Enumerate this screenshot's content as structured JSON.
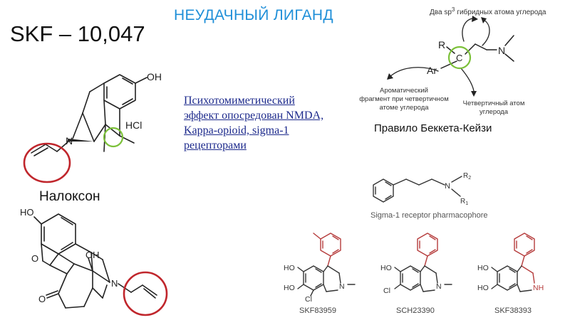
{
  "slide_title": "НЕУДАЧНЫЙ ЛИГАНД",
  "skf_title": "SKF – 10,047",
  "psychotomimetic_text": "Психотомиметический эффект опосредован NMDA, Kappa-opioid, sigma-1 рецепторами",
  "skf_molecule": {
    "hcl": "HCl",
    "oh": "OH",
    "n": "N"
  },
  "naloxone": {
    "label": "Налоксон",
    "ho": "HO",
    "oh": "OH",
    "o_ring": "O",
    "o_ketone": "O",
    "n": "N"
  },
  "beckett_kasey": {
    "title": "Правило Беккета-Кейзи",
    "two_sp3_prefix": "Два sp",
    "two_sp3_sup": "3",
    "two_sp3_suffix": "гибридных атома углерода",
    "aromatic_line1": "Ароматический",
    "aromatic_line2": "фрагмент при четвертичном",
    "aromatic_line3": "атоме углерода",
    "quaternary_line1": "Четвертичный атом",
    "quaternary_line2": "углерода",
    "r": "R",
    "c": "C",
    "ar": "Ar",
    "n": "N"
  },
  "sigma_pharmacophore": {
    "caption": "Sigma-1 receptor pharmacophore",
    "n": "N",
    "r2": "R",
    "r2_sub": "2",
    "r1": "R",
    "r1_sub": "1"
  },
  "compounds": [
    {
      "name": "SKF83959",
      "ho1": "HO",
      "ho2": "HO",
      "cl": "Cl",
      "n": "N"
    },
    {
      "name": "SCH23390",
      "ho": "HO",
      "cl": "Cl",
      "n": "N"
    },
    {
      "name": "SKF38393",
      "ho1": "HO",
      "ho2": "HO",
      "nh": "NH"
    }
  ],
  "colors": {
    "title_blue": "#1f8fd8",
    "circle_red": "#c0262c",
    "circle_green": "#7cc13a",
    "text_navy": "#1d2a8c",
    "pharm_red": "#b53b3b"
  }
}
